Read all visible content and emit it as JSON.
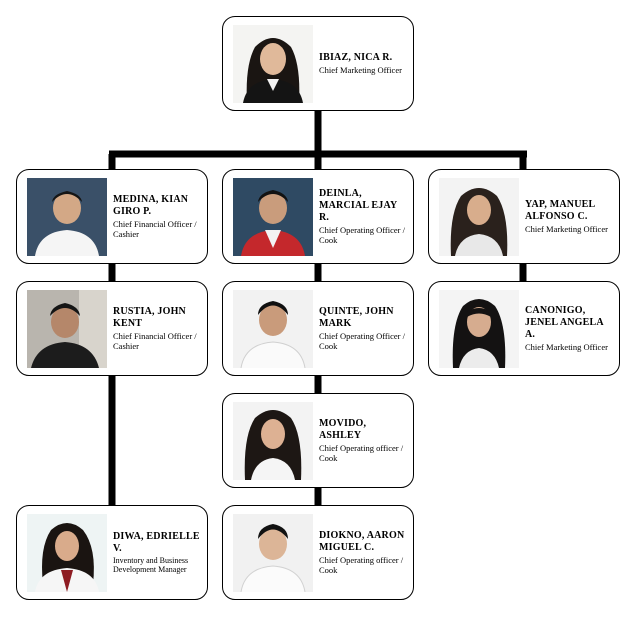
{
  "members": {
    "m0": {
      "name": "IBIAZ, NICA R.",
      "role": "Chief Marketing Officer"
    },
    "m1": {
      "name": "MEDINA, KIAN GIRO P.",
      "role": "Chief Financial Officer / Cashier"
    },
    "m2": {
      "name": "DEINLA, MARCIAL EJAY R.",
      "role": "Chief Operating Officer / Cook"
    },
    "m3": {
      "name": "YAP, MANUEL ALFONSO C.",
      "role": "Chief Marketing Officer"
    },
    "m4": {
      "name": "RUSTIA, JOHN KENT",
      "role": "Chief Financial Officer / Cashier"
    },
    "m5": {
      "name": "QUINTE, JOHN MARK",
      "role": "Chief Operating Officer / Cook"
    },
    "m6": {
      "name": "CANONIGO, JENEL ANGELA A.",
      "role": "Chief Marketing Officer"
    },
    "m7": {
      "name": "MOVIDO, ASHLEY",
      "role": "Chief Operating officer / Cook"
    },
    "m8": {
      "name": "DIWA, EDRIELLE V.",
      "role": "Inventory and Business Development Manager"
    },
    "m9": {
      "name": "DIOKNO, AARON MIGUEL C.",
      "role": "Chief Operating officer / Cook"
    }
  }
}
